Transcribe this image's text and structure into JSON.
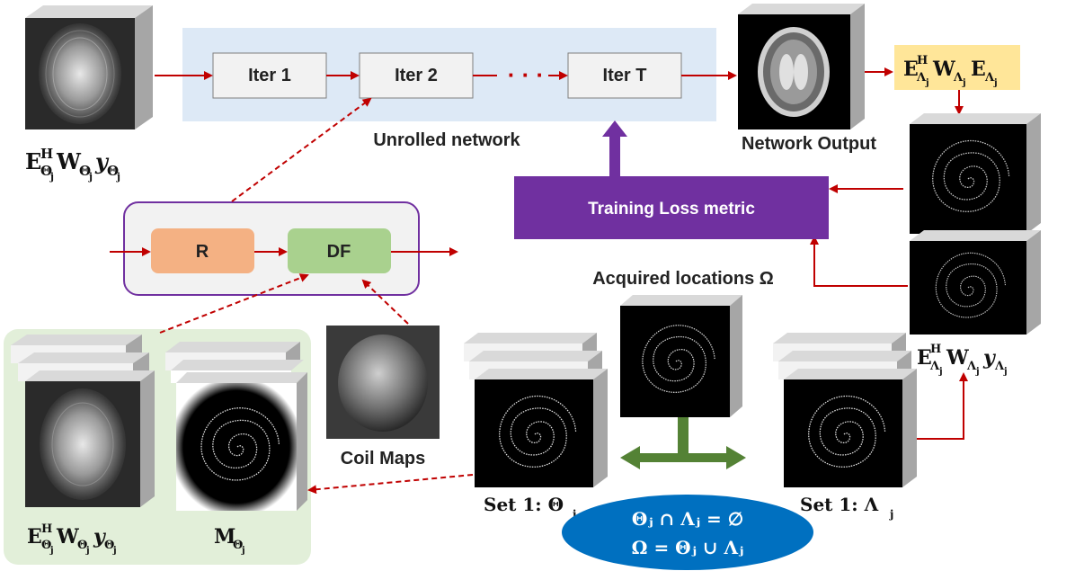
{
  "network": {
    "label": "Unrolled network",
    "iter1": "Iter 1",
    "iter2": "Iter 2",
    "iterT": "Iter T",
    "dots": "· · ·"
  },
  "block": {
    "r": "R",
    "df": "DF"
  },
  "loss": {
    "label": "Training Loss metric"
  },
  "labels": {
    "network_output": "Network Output",
    "coil_maps": "Coil Maps",
    "acquired": "Acquired locations Ω"
  },
  "math": {
    "input_E": "E",
    "input_sup": "H",
    "input_sub": "Θ",
    "input_subsub": "j",
    "input_W": "W",
    "input_Wsub": "Θ",
    "input_y": "y",
    "input_ysub": "Θ",
    "op_E": "E",
    "op_sup": "H",
    "op_sub": "Λ",
    "op_W": "W",
    "op_E2": "E",
    "lam_y": "y",
    "lam_sub": "Λ",
    "mask": "M",
    "mask_sub": "Θ",
    "set_theta": "Set 1: Θ",
    "set_lambda": "Set 1: Λ",
    "j": "j"
  },
  "ellipse": {
    "line1": "Θⱼ ∩ Λⱼ =  ∅",
    "line2": "Ω = Θⱼ ∪ Λⱼ"
  },
  "colors": {
    "network_bg": "#dde9f6",
    "iter_box": "#f2f2f2",
    "r_box": "#f4b183",
    "df_box": "#a9d18e",
    "loss_box": "#7030a0",
    "operator_box": "#ffe699",
    "green_panel": "#e2efd9",
    "ellipse": "#0070c0",
    "arrow_red": "#c00000",
    "arrow_green": "#548235"
  }
}
